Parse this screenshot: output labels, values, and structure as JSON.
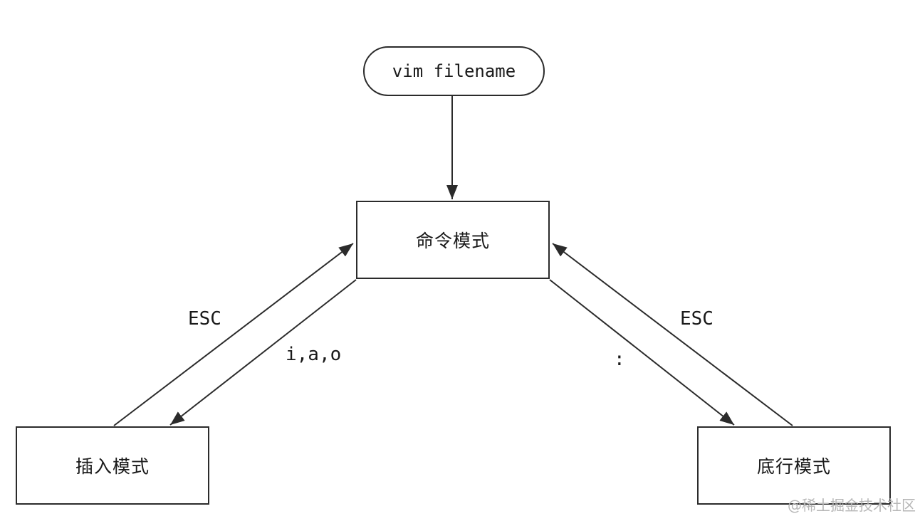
{
  "diagram": {
    "description": "vim editor mode transition flowchart",
    "nodes": {
      "start": {
        "label": "vim filename",
        "shape": "stadium"
      },
      "command": {
        "label": "命令模式",
        "shape": "rect"
      },
      "insert": {
        "label": "插入模式",
        "shape": "rect"
      },
      "lastline": {
        "label": "底行模式",
        "shape": "rect"
      }
    },
    "edges": [
      {
        "from": "start",
        "to": "command",
        "label": ""
      },
      {
        "from": "insert",
        "to": "command",
        "label": "ESC"
      },
      {
        "from": "command",
        "to": "insert",
        "label": "i,a,o"
      },
      {
        "from": "lastline",
        "to": "command",
        "label": "ESC"
      },
      {
        "from": "command",
        "to": "lastline",
        "label": ":"
      }
    ],
    "watermark": "@稀土掘金技术社区",
    "colors": {
      "line": "#2b2b2b",
      "text": "#1a1a1a",
      "watermark": "#b6b6b6",
      "background": "#ffffff"
    }
  }
}
